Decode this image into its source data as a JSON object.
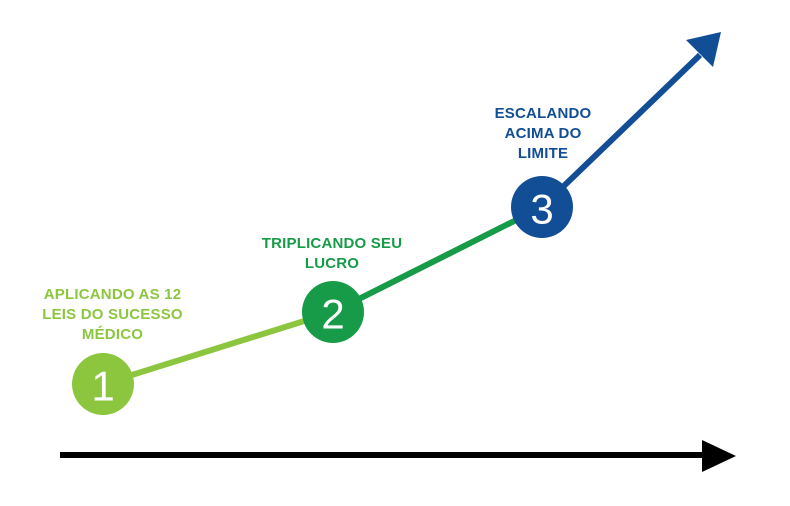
{
  "colors": {
    "step1": "#8cc63f",
    "step2": "#179b48",
    "step3": "#114e95",
    "axis": "#000000"
  },
  "steps": [
    {
      "number": "1",
      "label_lines": [
        "APLICANDO AS 12",
        "LEIS DO SUCESSO",
        "MÉDICO"
      ]
    },
    {
      "number": "2",
      "label_lines": [
        "TRIPLICANDO SEU",
        "LUCRO"
      ]
    },
    {
      "number": "3",
      "label_lines": [
        "ESCALANDO",
        "ACIMA DO",
        "LIMITE"
      ]
    }
  ]
}
